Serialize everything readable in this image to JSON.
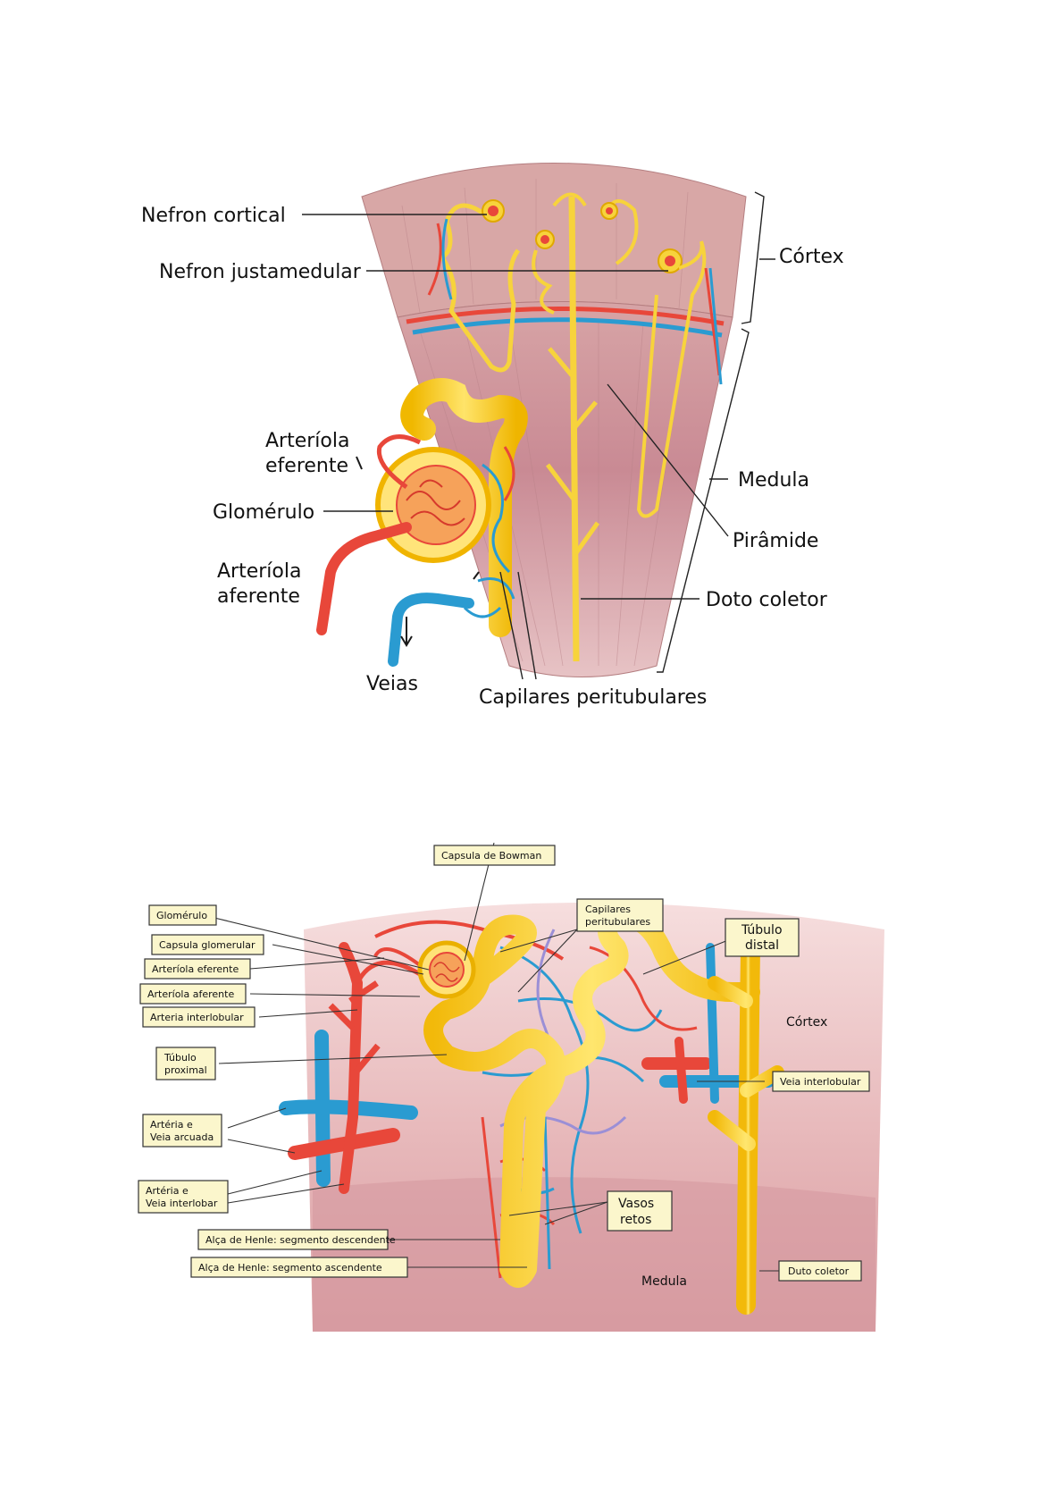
{
  "figure1": {
    "labels": {
      "nefron_cortical": "Nefron cortical",
      "nefron_justamedular": "Nefron justamedular",
      "cortex": "Córtex",
      "arteriola_eferente_1": "Arteríola",
      "arteriola_eferente_2": "eferente",
      "glomerulo": "Glomérulo",
      "arteriola_aferente_1": "Arteríola",
      "arteriola_aferente_2": "aferente",
      "medula": "Medula",
      "piramide": "Pirâmide",
      "doto_coletor": "Doto coletor",
      "veias": "Veias",
      "capilares_peritubulares": "Capilares peritubulares"
    }
  },
  "figure2": {
    "labels": {
      "capsula_bowman": "Capsula de Bowman",
      "glomerulo": "Glomérulo",
      "capsula_glomerular": "Capsula glomerular",
      "arteriola_eferente": "Arteríola eferente",
      "arteriola_aferente": "Arteríola aferente",
      "arteria_interlobular": "Arteria interlobular",
      "tubulo_proximal_1": "Túbulo",
      "tubulo_proximal_2": "proximal",
      "arteria_veia_arcuada_1": "Artéria e",
      "arteria_veia_arcuada_2": "Veia arcuada",
      "arteria_veia_interlobar_1": "Artéria e",
      "arteria_veia_interlobar_2": "Veia interlobar",
      "alca_descendente": "Alça de Henle: segmento descendente",
      "alca_ascendente": "Alça de Henle: segmento ascendente",
      "capilares_peritubulares_1": "Capilares",
      "capilares_peritubulares_2": "peritubulares",
      "tubulo_distal_1": "Túbulo",
      "tubulo_distal_2": "distal",
      "cortex": "Córtex",
      "veia_interlobular": "Veia interlobular",
      "vasos_retos_1": "Vasos",
      "vasos_retos_2": "retos",
      "medula": "Medula",
      "duto_coletor": "Duto coletor"
    }
  },
  "colors": {
    "artery": "#e8473a",
    "vein": "#2a9bd1",
    "tubule": "#f7d33c",
    "tissue": "#d9a3a8",
    "capillary_mix": "#9b8fd6"
  }
}
